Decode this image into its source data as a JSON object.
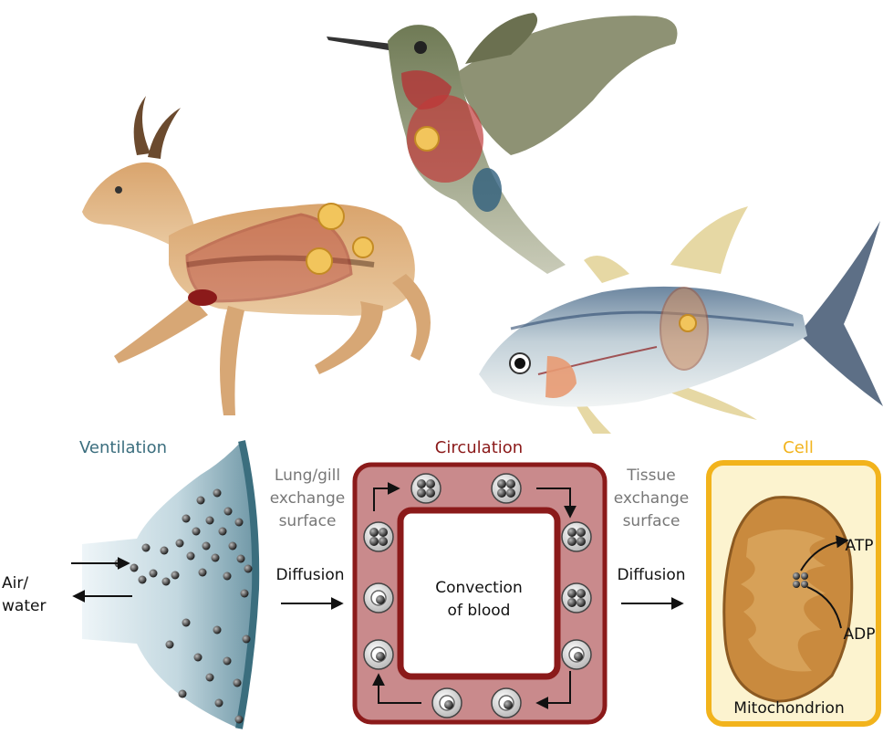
{
  "sections": {
    "ventilation": {
      "title": "Ventilation",
      "color": "#3b6e7e"
    },
    "circulation": {
      "title": "Circulation",
      "color": "#8b1a1a"
    },
    "cell": {
      "title": "Cell",
      "color": "#f2b31c"
    }
  },
  "labels": {
    "air_water_line1": "Air/",
    "air_water_line2": "water",
    "lung_gill_line1": "Lung/gill",
    "lung_gill_line2": "exchange",
    "lung_gill_line3": "surface",
    "diffusion_left": "Diffusion",
    "convection_line1": "Convection",
    "convection_line2": "of blood",
    "tissue_line1": "Tissue",
    "tissue_line2": "exchange",
    "tissue_line3": "surface",
    "diffusion_right": "Diffusion",
    "atp": "ATP",
    "adp": "ADP",
    "mitochondrion": "Mitochondrion"
  },
  "illustrations": [
    "gazelle",
    "hummingbird",
    "tuna"
  ],
  "colors": {
    "circulation_fill": "#c98a8c",
    "circulation_stroke": "#8b1a1a",
    "cell_fill": "#fcf3cf",
    "cell_stroke": "#f2b31c",
    "mito_fill": "#c98a3e",
    "lung_fill": "#8fb3c0"
  }
}
